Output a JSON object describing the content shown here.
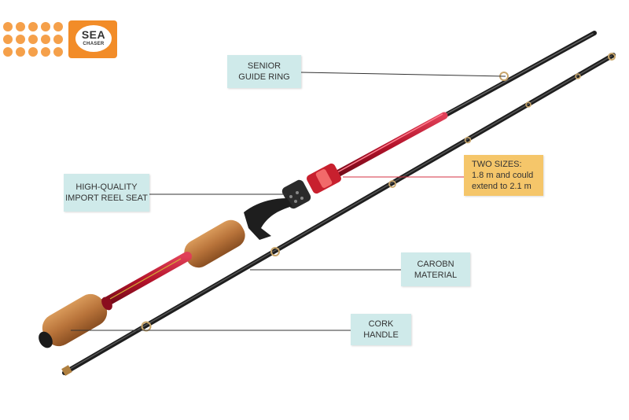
{
  "brand": {
    "name": "SEA",
    "tagline": "CHASER",
    "accent_color": "#f28c28"
  },
  "callouts": {
    "guide_ring": {
      "line1": "SENIOR",
      "line2": "GUIDE RING"
    },
    "reel_seat": {
      "line1": "HIGH-QUALITY",
      "line2": "IMPORT REEL SEAT"
    },
    "sizes": {
      "line1": "TWO SIZES:",
      "line2": "1.8 m and could",
      "line3": "extend to 2.1 m"
    },
    "material": {
      "line1": "CAROBN",
      "line2": "MATERIAL"
    },
    "handle": {
      "line1": "CORK",
      "line2": "HANDLE"
    }
  },
  "colors": {
    "callout_bg": "#cfeaea",
    "highlight_bg": "#f5c66a",
    "rod_red": "#b3122a",
    "rod_black": "#1e1e1e",
    "cork": "#b8733a"
  }
}
